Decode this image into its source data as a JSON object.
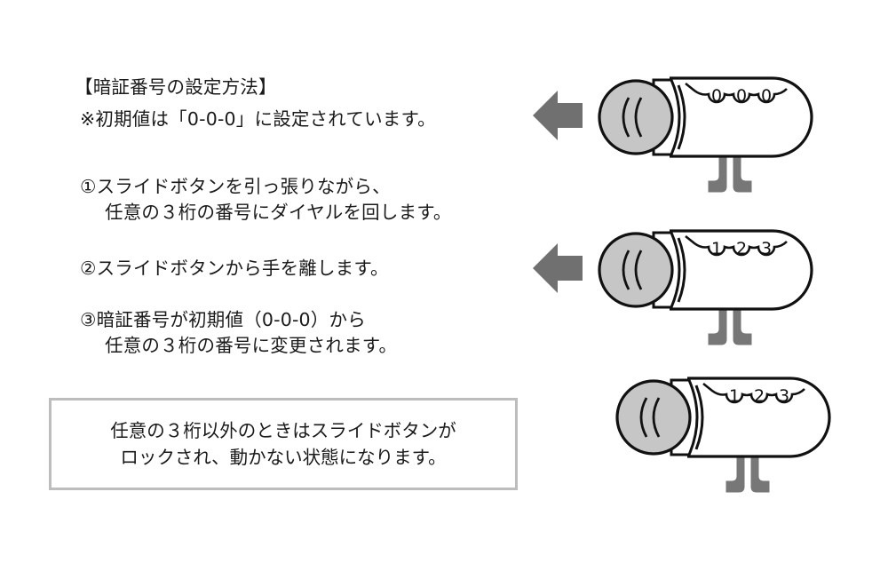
{
  "heading": "【暗証番号の設定方法】",
  "initial_note": "※初期値は「0-0-0」に設定されています。",
  "steps": [
    {
      "lines": [
        "①スライドボタンを引っ張りながら、",
        "任意の３桁の番号にダイヤルを回します。"
      ]
    },
    {
      "lines": [
        "②スライドボタンから手を離します。"
      ]
    },
    {
      "lines": [
        "③暗証番号が初期値（0-0-0）から",
        "任意の３桁の番号に変更されます。"
      ]
    }
  ],
  "note_box": {
    "lines": [
      "任意の３桁以外のときはスライドボタンが",
      "ロックされ、動かない状態になります。"
    ]
  },
  "locks": [
    {
      "digits": [
        "0",
        "0",
        "0"
      ],
      "arrow": true
    },
    {
      "digits": [
        "1",
        "2",
        "3"
      ],
      "arrow": true
    },
    {
      "digits": [
        "1",
        "2",
        "3"
      ],
      "arrow": false
    }
  ],
  "colors": {
    "arrow": "#707070",
    "button": "#c6c6c6",
    "pins": "#777777",
    "box_border": "#bdbdbd"
  }
}
